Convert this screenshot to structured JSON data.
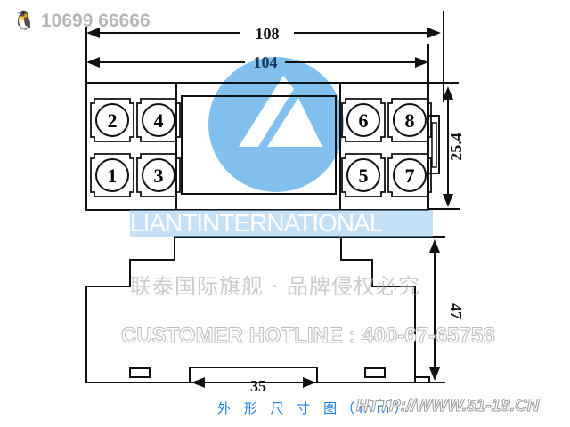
{
  "watermarks": {
    "qq_number": "10699 66666",
    "brand": "LIANTINTERNATIONAL",
    "registered_mark": "®",
    "chinese_notice": "联泰国际旗舰 · 品牌侵权必究",
    "hotline": "CUSTOMER HOTLINE : 400-67-65758",
    "url": "HTTP://WWW.51-18.CN"
  },
  "drawing": {
    "dims": {
      "overall_width": "108",
      "body_width": "104",
      "height_top": "25.4",
      "depth": "47",
      "rail": "35"
    },
    "terminals_left": [
      "2",
      "4",
      "1",
      "3"
    ],
    "terminals_right": [
      "6",
      "8",
      "5",
      "7"
    ],
    "caption": "外 形 尺 寸 图（mm）"
  },
  "colors": {
    "line": "#111111",
    "logo": "#6cb6ec",
    "caption": "#1a7de0"
  }
}
